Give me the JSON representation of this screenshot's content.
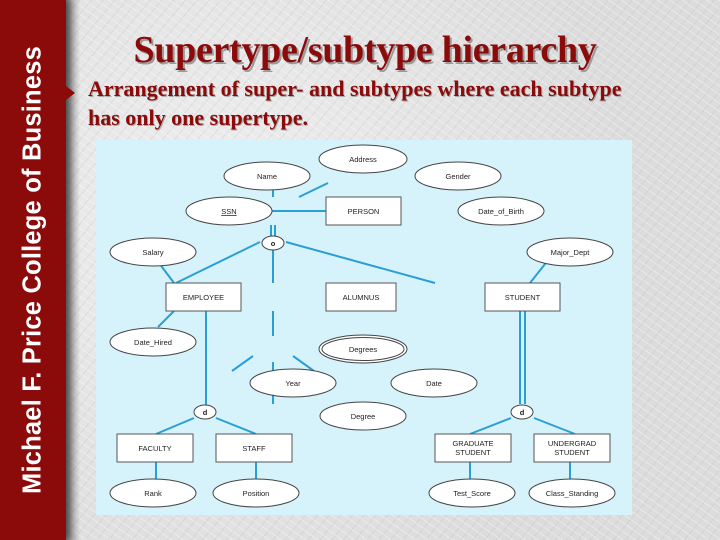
{
  "sidebar": {
    "text": "Michael F. Price College of Business",
    "color": "#8b0a0a"
  },
  "slide": {
    "title": "Supertype/subtype hierarchy",
    "bullet": "Arrangement of super- and subtypes where each subtype has only one supertype.",
    "accent_color": "#8b0a0a"
  },
  "diagram": {
    "background": "#d6f3fc",
    "line_color": "#2a9fd6",
    "entities": {
      "person": "PERSON",
      "employee": "EMPLOYEE",
      "alumnus": "ALUMNUS",
      "student": "STUDENT",
      "faculty": "FACULTY",
      "staff": "STAFF",
      "graduate_student_1": "GRADUATE",
      "graduate_student_2": "STUDENT",
      "undergrad_student_1": "UNDERGRAD",
      "undergrad_student_2": "STUDENT"
    },
    "attributes": {
      "address": "Address",
      "name": "Name",
      "gender": "Gender",
      "ssn": "SSN",
      "date_of_birth": "Date_of_Birth",
      "salary": "Salary",
      "major_dept": "Major_Dept",
      "date_hired": "Date_Hired",
      "degrees": "Degrees",
      "year": "Year",
      "date": "Date",
      "degree": "Degree",
      "rank": "Rank",
      "position": "Position",
      "test_score": "Test_Score",
      "class_standing": "Class_Standing"
    },
    "constraints": {
      "person_overlap": "o",
      "employee_disjoint": "d",
      "student_disjoint": "d"
    }
  }
}
